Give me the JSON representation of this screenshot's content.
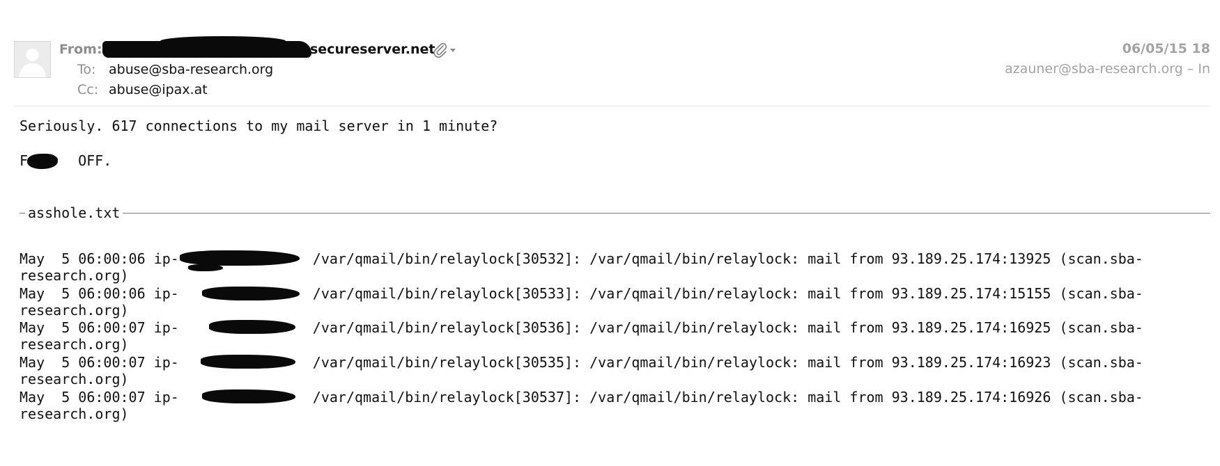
{
  "header": {
    "from_label": "From:",
    "from_name": "secureserver.net",
    "to_label": "To:",
    "to_value": "abuse@sba-research.org",
    "cc_label": "Cc:",
    "cc_value": "abuse@ipax.at",
    "date": "06/05/15 18",
    "recipient": "azauner@sba-research.org – In"
  },
  "message": {
    "line1": "Seriously. 617 connections to my mail server in 1 minute?",
    "line2_prefix": "F",
    "line2_suffix": " OFF."
  },
  "attachment": {
    "name": "asshole.txt"
  },
  "log": [
    {
      "prefix": "May  5 06:00:06 ip-",
      "rest": "/var/qmail/bin/relaylock[30532]: /var/qmail/bin/relaylock: mail from 93.189.25.174:13925 (scan.sba-",
      "cont": "research.org)"
    },
    {
      "prefix": "May  5 06:00:06 ip-",
      "rest": "/var/qmail/bin/relaylock[30533]: /var/qmail/bin/relaylock: mail from 93.189.25.174:15155 (scan.sba-",
      "cont": "research.org)"
    },
    {
      "prefix": "May  5 06:00:07 ip-",
      "rest": "/var/qmail/bin/relaylock[30536]: /var/qmail/bin/relaylock: mail from 93.189.25.174:16925 (scan.sba-",
      "cont": "research.org)"
    },
    {
      "prefix": "May  5 06:00:07 ip-",
      "rest": "/var/qmail/bin/relaylock[30535]: /var/qmail/bin/relaylock: mail from 93.189.25.174:16923 (scan.sba-",
      "cont": "research.org)"
    },
    {
      "prefix": "May  5 06:00:07 ip-",
      "rest": "/var/qmail/bin/relaylock[30537]: /var/qmail/bin/relaylock: mail from 93.189.25.174:16926 (scan.sba-",
      "cont": "research.org)"
    }
  ],
  "icons": {
    "avatar": "person-silhouette-icon",
    "attachment": "paperclip-icon",
    "menu": "chevron-down-icon"
  },
  "colors": {
    "label_gray": "#8e8e8e",
    "meta_gray": "#a3a3a3",
    "text": "#111111",
    "redaction": "#0a0a0a"
  }
}
